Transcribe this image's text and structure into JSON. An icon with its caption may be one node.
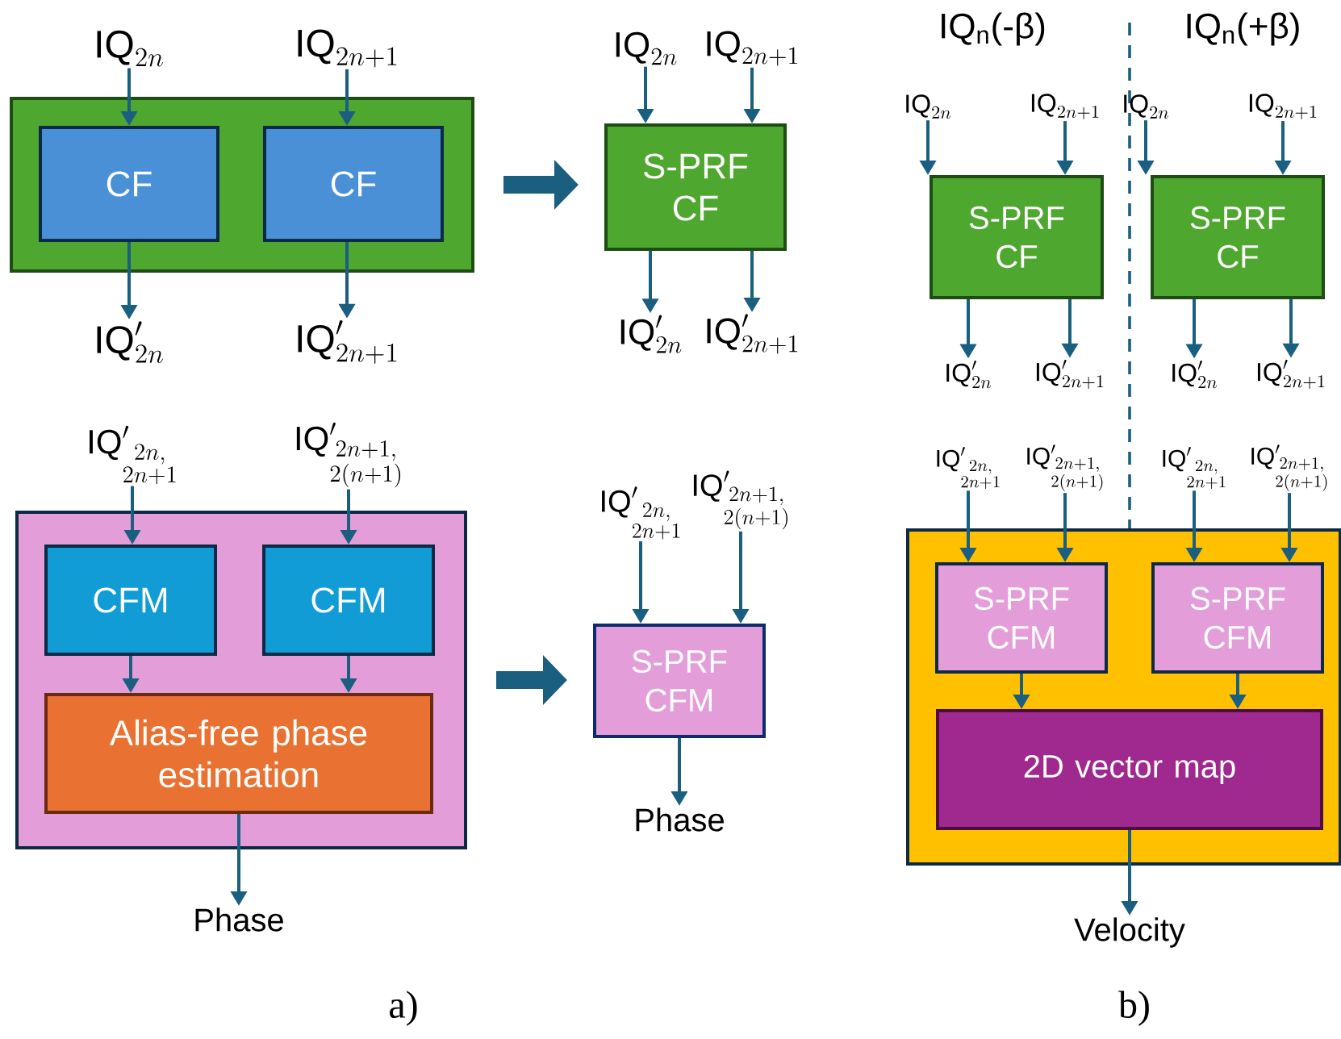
{
  "diagram": {
    "nodes": [
      {
        "text": [],
        "shape": "box"
      },
      {
        "text": [
          "\\mathsf{IQ}_{2n}"
        ]
      },
      {
        "text": [
          "\\mathsf{IQ}_{2n+1}"
        ]
      },
      {
        "text": [
          "CF"
        ],
        "in": 0
      },
      {
        "text": [
          "CF"
        ],
        "in": 0
      },
      {
        "text": [
          "\\mathsf{IQ}'_{2n}"
        ]
      },
      {
        "text": [
          "\\mathsf{IQ}'_{2n+1}"
        ]
      },
      {
        "text": [
          "\\mathsf{IQ}_{2n}"
        ]
      },
      {
        "text": [
          "\\mathsf{IQ}_{2n+1}"
        ]
      },
      {
        "text": [
          "S-PRF CF"
        ]
      },
      {
        "text": [
          "\\mathsf{IQ}'_{2n}"
        ]
      },
      {
        "text": [
          "\\mathsf{IQ}'_{2n+1}"
        ]
      },
      {
        "text": [],
        "shape": "box"
      },
      {
        "text": [
          "\\mathsf{IQ}'_{\\substack{2n,\\\\2n+1}}"
        ]
      },
      {
        "text": [
          "\\mathsf{IQ}'_{\\substack{2n+1,\\\\2(n+1)}}"
        ]
      },
      {
        "text": [
          "CFM"
        ],
        "in": 12
      },
      {
        "text": [
          "CFM"
        ],
        "in": 12
      },
      {
        "text": [
          "Alias-free phase estimation"
        ],
        "in": 12
      },
      {
        "text": [
          "Phase"
        ]
      },
      {
        "text": [
          "\\mathsf{IQ}'_{\\substack{2n,\\\\2n+1}}"
        ]
      },
      {
        "text": [
          "\\mathsf{IQ}'_{\\substack{2n+1,\\\\2(n+1)}}"
        ]
      },
      {
        "text": [
          "S-PRF CFM"
        ]
      },
      {
        "text": [
          "Phase"
        ]
      },
      {
        "text": [
          "\\mathsf{IQ}_{2n}"
        ]
      },
      {
        "text": [
          "\\mathsf{IQ}_{2n+1}"
        ]
      },
      {
        "text": [
          "S-PRF CF"
        ]
      },
      {
        "text": [
          "\\mathsf{IQ}'_{2n}"
        ]
      },
      {
        "text": [
          "\\mathsf{IQ}'_{2n+1}"
        ]
      },
      {
        "text": [
          "\\mathsf{IQ}_{2n}"
        ]
      },
      {
        "text": [
          "\\mathsf{IQ}_{2n+1}"
        ]
      },
      {
        "text": [
          "S-PRF CF"
        ]
      },
      {
        "text": [
          "\\mathsf{IQ}'_{2n}"
        ]
      },
      {
        "text": [
          "\\mathsf{IQ}'_{2n+1}"
        ]
      },
      {
        "text": [
          "\\mathsf{IQ}'_{\\substack{2n,\\\\2n+1}}"
        ]
      },
      {
        "text": [
          "\\mathsf{IQ}'_{\\substack{2n+1,\\\\2(n+1)}}"
        ]
      },
      {
        "text": [
          "\\mathsf{IQ}'_{\\substack{2n,\\\\2n+1}}"
        ]
      },
      {
        "text": [
          "\\mathsf{IQ}'_{\\substack{2n+1,\\\\2(n+1)}}"
        ]
      },
      {
        "text": [],
        "shape": "box"
      },
      {
        "text": [
          "S-PRF CFM"
        ],
        "in": 37
      },
      {
        "text": [
          "S-PRF CFM"
        ],
        "in": 37
      },
      {
        "text": [
          "2D vector map"
        ],
        "in": 37
      },
      {
        "text": [
          "Velocity"
        ]
      }
    ],
    "edges": [
      {
        "from": 1,
        "to": 3,
        "arrow": "to"
      },
      {
        "from": 2,
        "to": 4,
        "arrow": "to"
      },
      {
        "from": 3,
        "to": 5,
        "arrow": "to"
      },
      {
        "from": 4,
        "to": 6,
        "arrow": "to"
      },
      {
        "from": 0,
        "to": 9,
        "arrow": "to",
        "style": "thick"
      },
      {
        "from": 7,
        "to": 9,
        "arrow": "to"
      },
      {
        "from": 8,
        "to": 9,
        "arrow": "to"
      },
      {
        "from": 9,
        "to": 10,
        "arrow": "to"
      },
      {
        "from": 9,
        "to": 11,
        "arrow": "to"
      },
      {
        "from": 13,
        "to": 15,
        "arrow": "to"
      },
      {
        "from": 14,
        "to": 16,
        "arrow": "to"
      },
      {
        "from": 15,
        "to": 17,
        "arrow": "to"
      },
      {
        "from": 16,
        "to": 17,
        "arrow": "to"
      },
      {
        "from": 17,
        "to": 18,
        "arrow": "to"
      },
      {
        "from": 12,
        "to": 21,
        "arrow": "to",
        "style": "thick"
      },
      {
        "from": 19,
        "to": 21,
        "arrow": "to"
      },
      {
        "from": 20,
        "to": 21,
        "arrow": "to"
      },
      {
        "from": 21,
        "to": 22,
        "arrow": "to"
      },
      {
        "from": 23,
        "to": 25,
        "arrow": "to"
      },
      {
        "from": 24,
        "to": 25,
        "arrow": "to"
      },
      {
        "from": 25,
        "to": 26,
        "arrow": "to"
      },
      {
        "from": 25,
        "to": 27,
        "arrow": "to"
      },
      {
        "from": 28,
        "to": 30,
        "arrow": "to"
      },
      {
        "from": 29,
        "to": 30,
        "arrow": "to"
      },
      {
        "from": 30,
        "to": 31,
        "arrow": "to"
      },
      {
        "from": 30,
        "to": 32,
        "arrow": "to"
      },
      {
        "from": 33,
        "to": 38,
        "arrow": "to"
      },
      {
        "from": 34,
        "to": 38,
        "arrow": "to"
      },
      {
        "from": 35,
        "to": 39,
        "arrow": "to"
      },
      {
        "from": 36,
        "to": 39,
        "arrow": "to"
      },
      {
        "from": 38,
        "to": 40,
        "arrow": "to"
      },
      {
        "from": 39,
        "to": 40,
        "arrow": "to"
      },
      {
        "from": 40,
        "to": 41,
        "arrow": "to"
      }
    ],
    "labels": [
      "IQ$_{n}$(-β)",
      "IQ$_{n}$(+β)",
      "a)",
      "b)"
    ]
  }
}
